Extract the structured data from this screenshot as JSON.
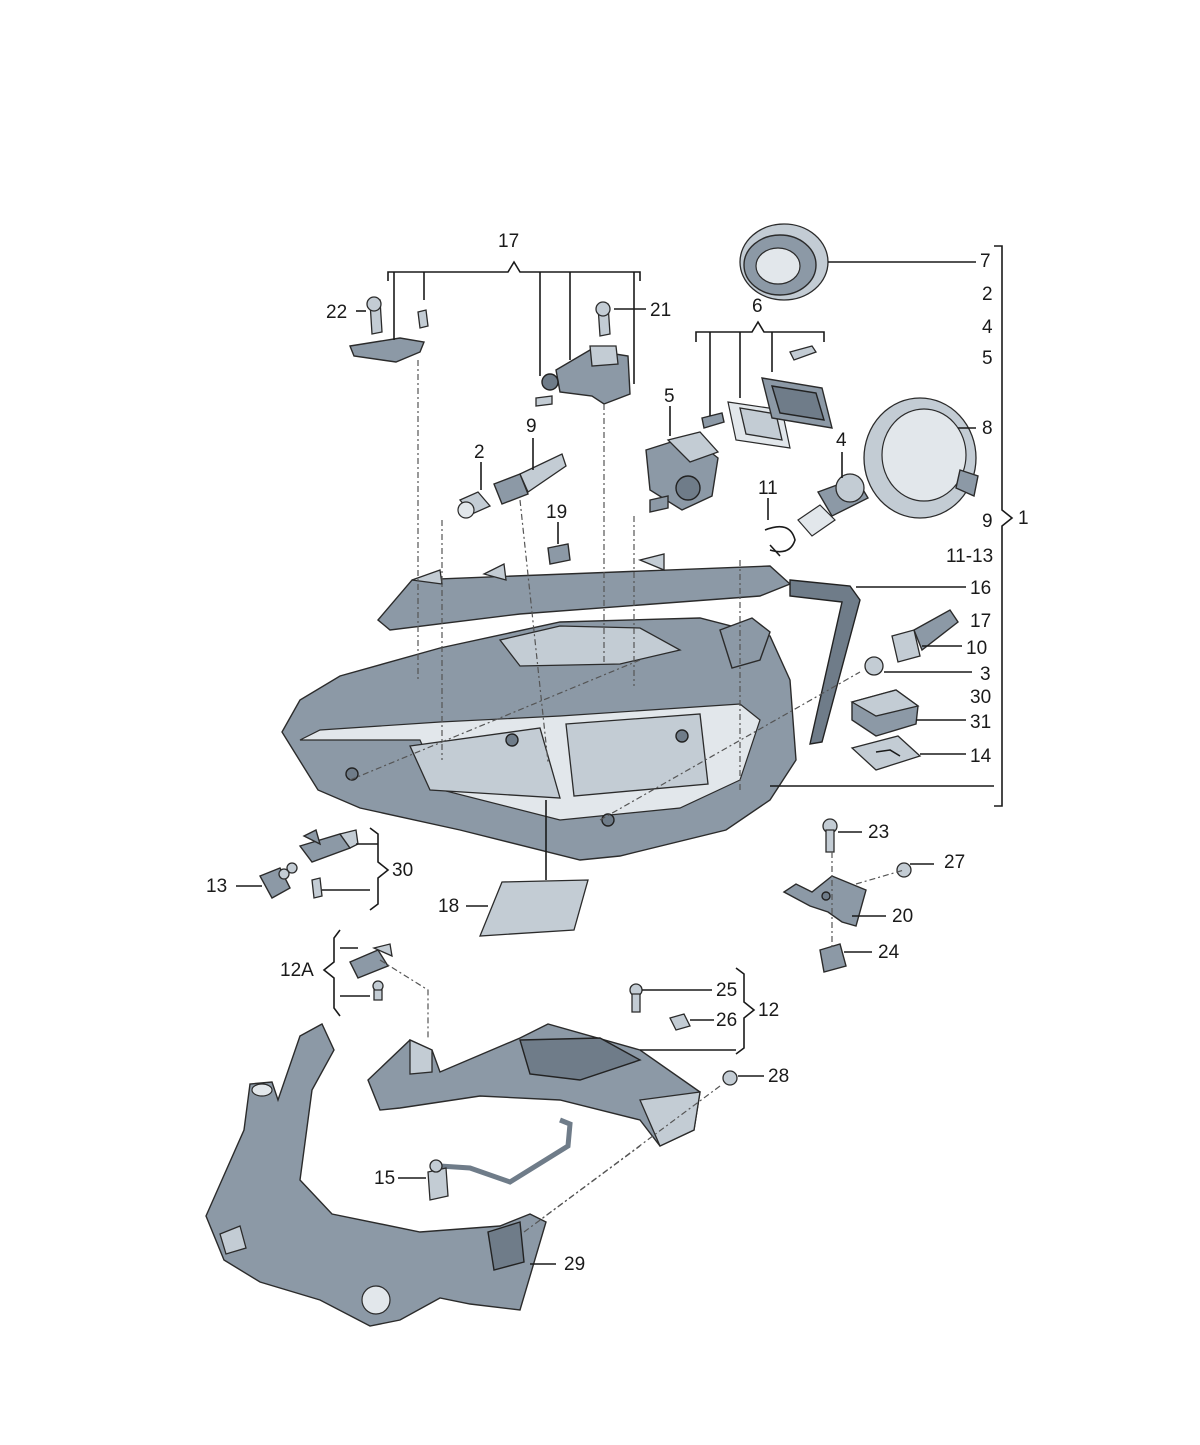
{
  "labels": {
    "l1": "1",
    "l2a": "2",
    "l2b": "2",
    "l3": "3",
    "l4a": "4",
    "l4b": "4",
    "l5a": "5",
    "l5b": "5",
    "l6": "6",
    "l7": "7",
    "l8": "8",
    "l9a": "9",
    "l9b": "9",
    "l10": "10",
    "l11a": "11",
    "l11_13": "11-13",
    "l12": "12",
    "l12a": "12A",
    "l13": "13",
    "l14": "14",
    "l15": "15",
    "l16": "16",
    "l17a": "17",
    "l17b": "17",
    "l18": "18",
    "l19": "19",
    "l20": "20",
    "l21": "21",
    "l22": "22",
    "l23": "23",
    "l24": "24",
    "l25": "25",
    "l26": "26",
    "l27": "27",
    "l28": "28",
    "l29": "29",
    "l30a": "30",
    "l30b": "30",
    "l31": "31"
  },
  "colors": {
    "part_fill": "#8c99a6",
    "part_light": "#c3ccd4",
    "part_dark": "#6f7c89",
    "line": "#1a1a1a"
  }
}
